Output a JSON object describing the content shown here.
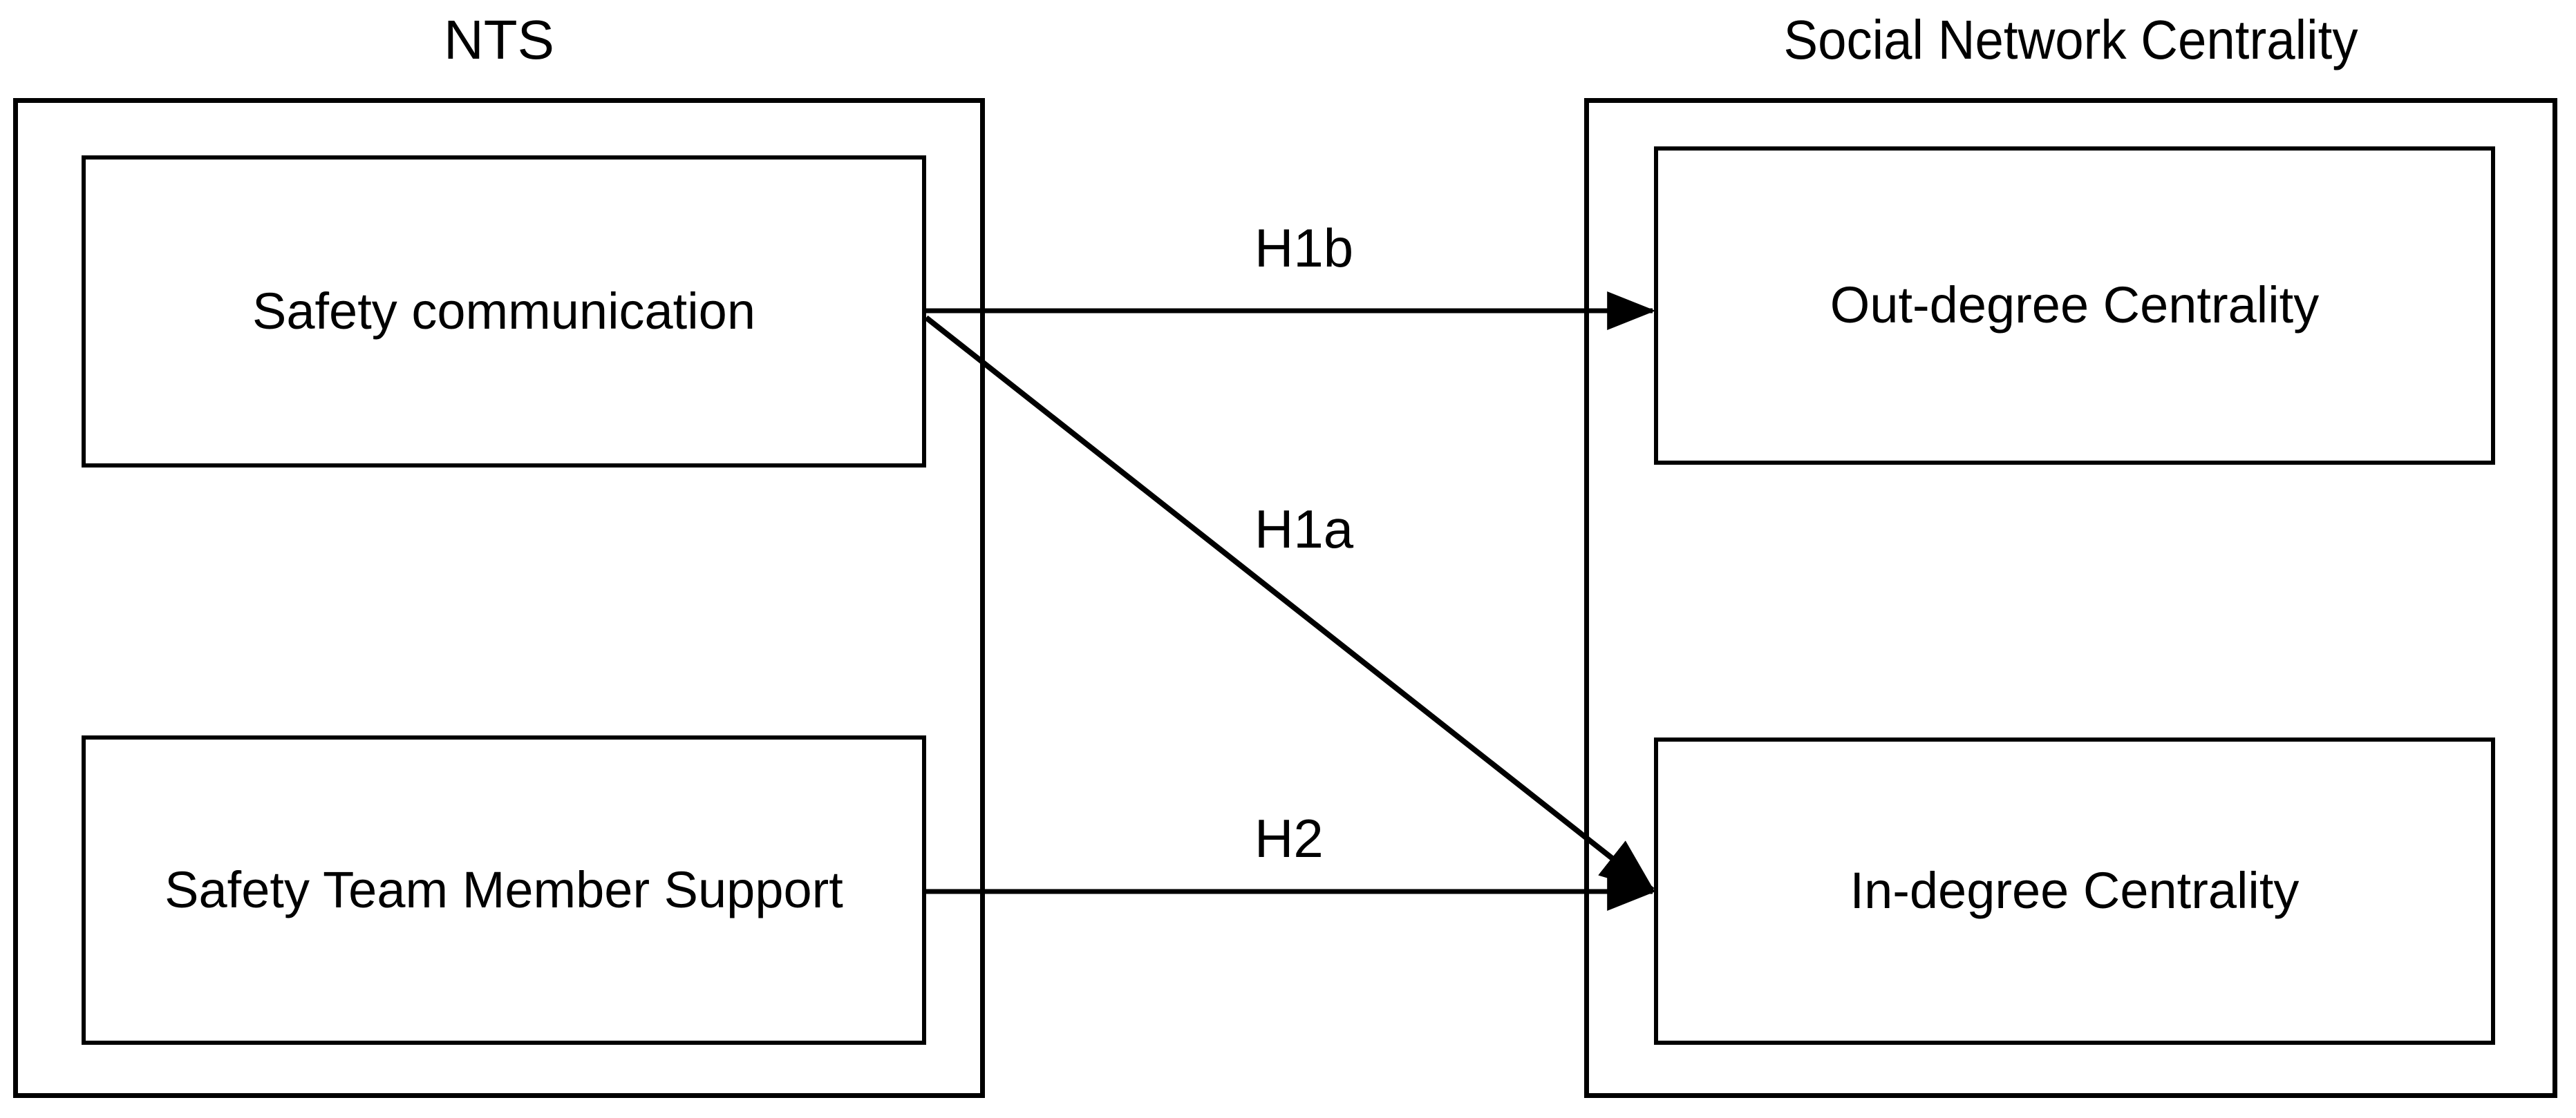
{
  "diagram": {
    "type": "conceptual-research-model",
    "groups": [
      {
        "id": "nts",
        "title": "NTS",
        "boxes": [
          {
            "id": "safety-communication",
            "label": "Safety communication"
          },
          {
            "id": "safety-team-member-support",
            "label": "Safety Team Member Support"
          }
        ]
      },
      {
        "id": "social-network-centrality",
        "title": "Social Network Centrality",
        "boxes": [
          {
            "id": "out-degree-centrality",
            "label": "Out-degree Centrality"
          },
          {
            "id": "in-degree-centrality",
            "label": "In-degree Centrality"
          }
        ]
      }
    ],
    "connectors": [
      {
        "id": "h1b",
        "label": "H1b",
        "from": "safety-communication",
        "to": "out-degree-centrality",
        "style": "solid-arrow"
      },
      {
        "id": "h1a",
        "label": "H1a",
        "from": "safety-communication",
        "to": "in-degree-centrality",
        "style": "solid-arrow"
      },
      {
        "id": "h2",
        "label": "H2",
        "from": "safety-team-member-support",
        "to": "in-degree-centrality",
        "style": "solid-arrow"
      }
    ],
    "colors": {
      "stroke": "#000000",
      "background": "#ffffff",
      "text": "#000000"
    }
  }
}
